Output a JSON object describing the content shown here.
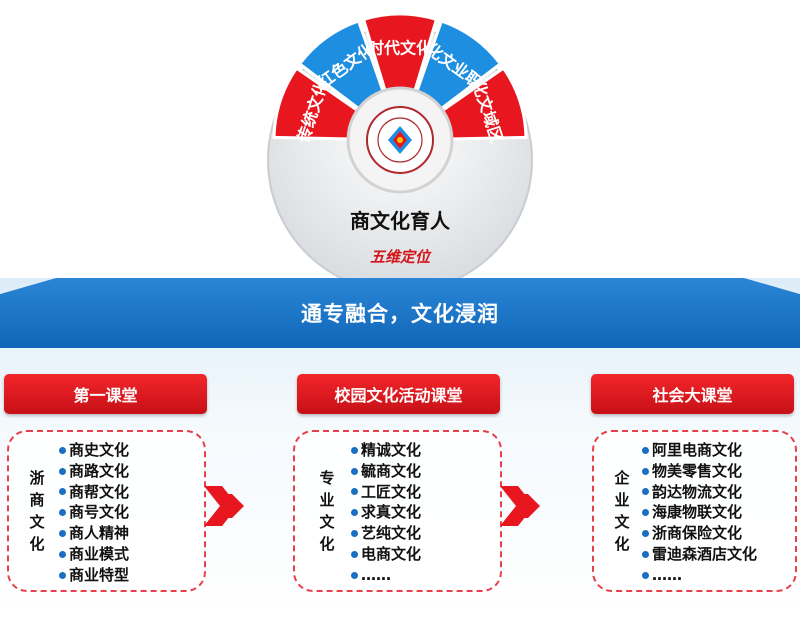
{
  "wheel": {
    "petals": [
      {
        "label": "传统文化",
        "color": "#e8161f"
      },
      {
        "label": "红色文化",
        "color": "#1e8ee0"
      },
      {
        "label": "时代文化",
        "color": "#e8161f"
      },
      {
        "label": "化文业职",
        "color": "#1e8ee0"
      },
      {
        "label": "化文域区",
        "color": "#e8161f"
      }
    ],
    "hub_title": "商文化育人",
    "hub_subtitle": "五维定位"
  },
  "banner": {
    "text": "通专融合，文化浸润"
  },
  "columns": [
    {
      "header": "第一课堂",
      "side_label": [
        "浙",
        "商",
        "文",
        "化"
      ],
      "items": [
        "商史文化",
        "商路文化",
        "商帮文化",
        "商号文化",
        "商人精神",
        "商业模式",
        "商业特型"
      ]
    },
    {
      "header": "校园文化活动课堂",
      "side_label": [
        "专",
        "业",
        "文",
        "化"
      ],
      "items": [
        "精诚文化",
        "毓商文化",
        "工匠文化",
        "求真文化",
        "艺纯文化",
        "电商文化",
        "……"
      ]
    },
    {
      "header": "社会大课堂",
      "side_label": [
        "企",
        "业",
        "文",
        "化"
      ],
      "items": [
        "阿里电商文化",
        "物美零售文化",
        "韵达物流文化",
        "海康物联文化",
        "浙商保险文化",
        "雷迪森酒店文化",
        "……"
      ]
    }
  ],
  "colors": {
    "red": "#e8161f",
    "blue": "#1e8ee0",
    "banner_blue": "#1a73c8"
  }
}
